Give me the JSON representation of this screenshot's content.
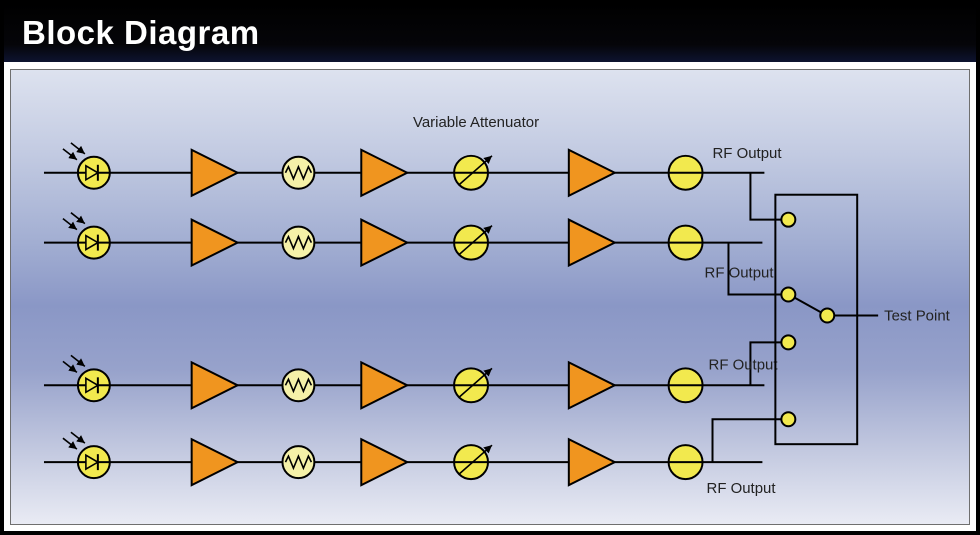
{
  "header": {
    "title": "Block Diagram"
  },
  "diagram": {
    "labels": {
      "variable_attenuator": "Variable Attenuator",
      "test_point": "Test Point",
      "rf_outputs": [
        "RF Output",
        "RF Output",
        "RF Output",
        "RF Output"
      ]
    },
    "channels": [
      {
        "id": 1,
        "components": [
          "photodiode",
          "amplifier",
          "attenuator-pad",
          "amplifier",
          "variable-attenuator",
          "amplifier",
          "rf-output-port"
        ]
      },
      {
        "id": 2,
        "components": [
          "photodiode",
          "amplifier",
          "attenuator-pad",
          "amplifier",
          "variable-attenuator",
          "amplifier",
          "rf-output-port"
        ]
      },
      {
        "id": 3,
        "components": [
          "photodiode",
          "amplifier",
          "attenuator-pad",
          "amplifier",
          "variable-attenuator",
          "amplifier",
          "rf-output-port"
        ]
      },
      {
        "id": 4,
        "components": [
          "photodiode",
          "amplifier",
          "attenuator-pad",
          "amplifier",
          "variable-attenuator",
          "amplifier",
          "rf-output-port"
        ]
      }
    ],
    "switch": {
      "contacts": 4,
      "selected_contact": 2
    },
    "colors": {
      "amplifier_fill": "#F0951F",
      "component_fill": "#F2E94E",
      "pad_fill": "#F5F1A8",
      "wire": "#000000",
      "background_top": "#DDE2EF",
      "background_mid": "#8A97C6",
      "background_bottom": "#E9EBF4",
      "title_bg": "#000000",
      "title_text": "#FFFFFF"
    }
  }
}
